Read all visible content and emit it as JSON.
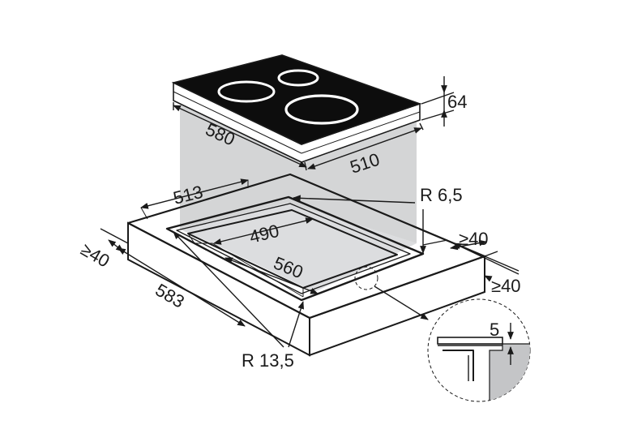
{
  "drawing": {
    "hob_labels": {
      "depth": "580",
      "width": "510",
      "height": "64"
    },
    "cutout_labels": {
      "outer_depth": "513",
      "outer_width": "583",
      "inner_depth": "490",
      "inner_width": "560",
      "min_margin_left": "≥40",
      "min_margin_right": "≥40",
      "min_margin_front": "≥40",
      "inner_radius": "R 6,5",
      "outer_radius": "R 13,5"
    },
    "detail_labels": {
      "recess": "5"
    },
    "colors": {
      "glass": "#0d0d0d",
      "shading": "#cfd0d2",
      "detail_fill": "#c4c5c7",
      "line": "#1a1a1a"
    }
  }
}
